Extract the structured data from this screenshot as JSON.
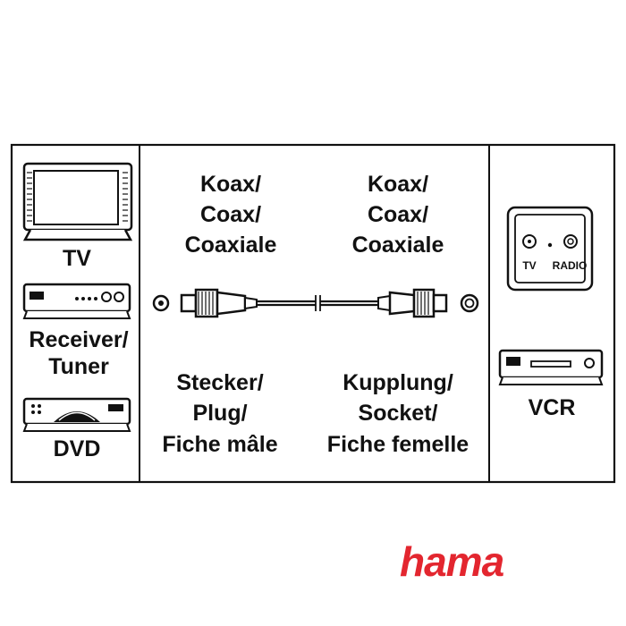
{
  "left_panel": {
    "tv_label": "TV",
    "receiver_label_line1": "Receiver/",
    "receiver_label_line2": "Tuner",
    "dvd_label": "DVD"
  },
  "middle_panel": {
    "left_cable_type": [
      "Koax/",
      "Coax/",
      "Coaxiale"
    ],
    "right_cable_type": [
      "Koax/",
      "Coax/",
      "Coaxiale"
    ],
    "left_connector": [
      "Stecker/",
      "Plug/",
      "Fiche mâle"
    ],
    "right_connector": [
      "Kupplung/",
      "Socket/",
      "Fiche femelle"
    ]
  },
  "right_panel": {
    "wall_socket_tv": "TV",
    "wall_socket_radio": "RADIO",
    "vcr_label": "VCR"
  },
  "brand": {
    "logo_text": "hama",
    "logo_color": "#e3262f"
  },
  "icons": [
    "tv-icon",
    "receiver-icon",
    "dvd-player-icon",
    "coax-cable-icon",
    "wall-socket-icon",
    "vcr-icon"
  ]
}
